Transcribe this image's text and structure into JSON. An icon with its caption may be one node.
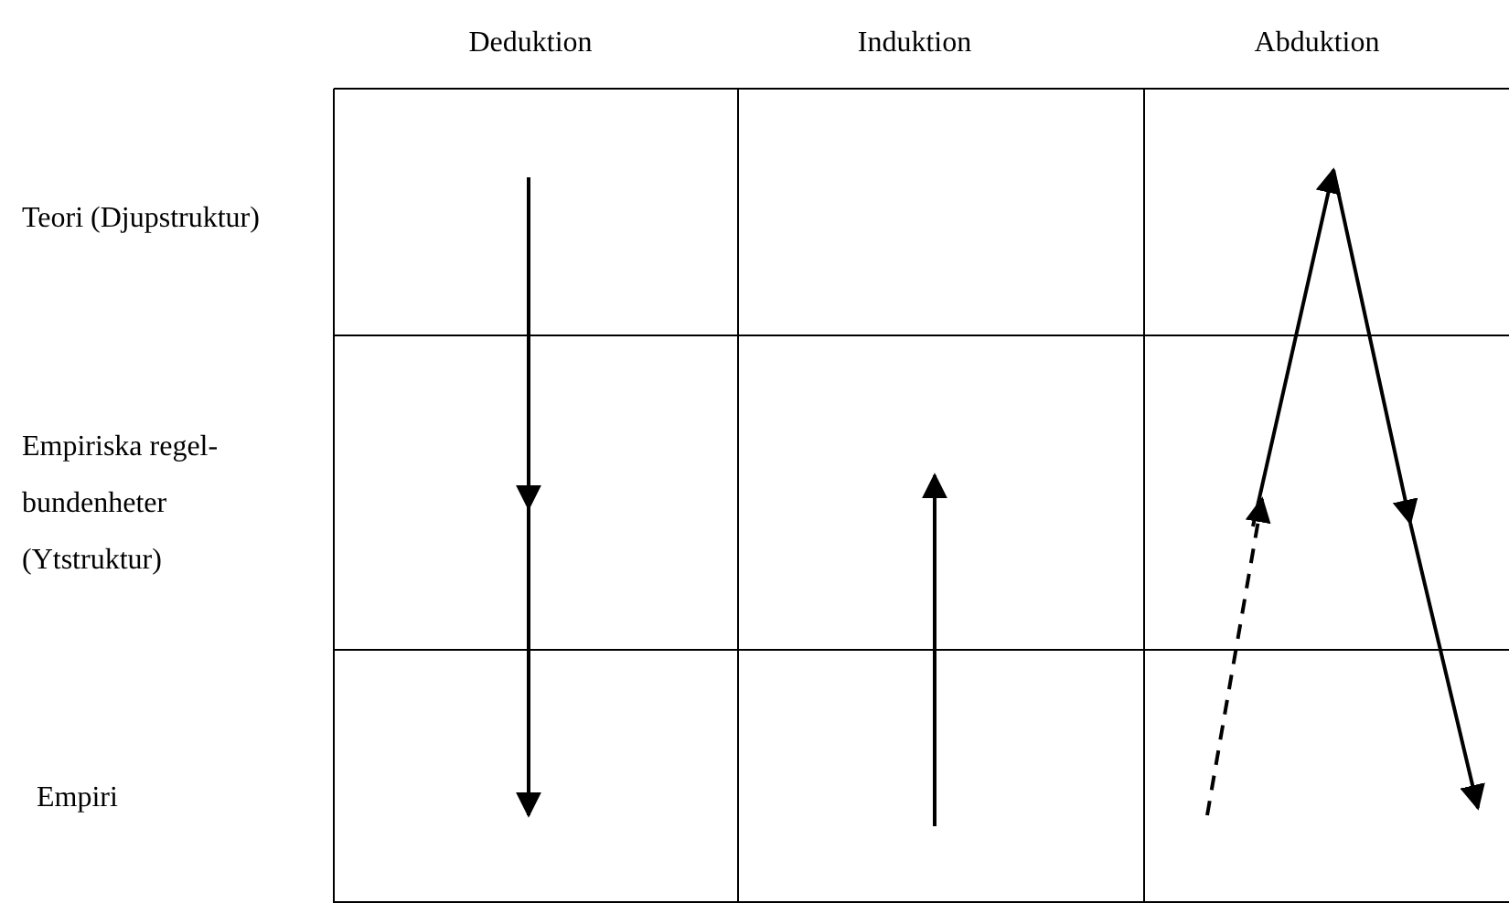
{
  "diagram": {
    "labels": [
      "Deduktion",
      "Induktion",
      "Abduktion",
      "Teori (Djupstruktur)",
      "Empiriska regel-bundenheter (Ytstruktur)",
      "Empiri"
    ]
  }
}
